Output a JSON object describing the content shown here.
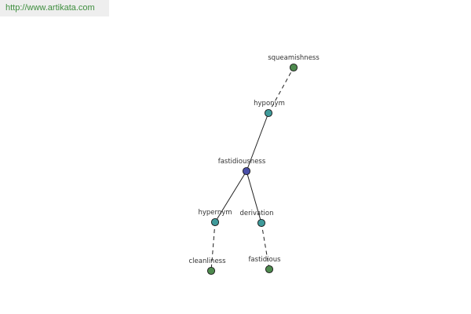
{
  "header": {
    "site_url": "http://www.artikata.com"
  },
  "graph": {
    "center": "fastidiousness",
    "nodes": {
      "squeamishness": {
        "label": "squeamishness",
        "kind": "word",
        "color": "#4e8a4e"
      },
      "hyponym": {
        "label": "hyponym",
        "kind": "relation",
        "color": "#3f9a9a"
      },
      "fastidiousness": {
        "label": "fastidiousness",
        "kind": "center",
        "color": "#4a4fa8"
      },
      "hypernym": {
        "label": "hypernym",
        "kind": "relation",
        "color": "#3f9a9a"
      },
      "derivation": {
        "label": "derivation",
        "kind": "relation",
        "color": "#3f9a9a"
      },
      "cleanliness": {
        "label": "cleanliness",
        "kind": "word",
        "color": "#4e8a4e"
      },
      "fastidious": {
        "label": "fastidious",
        "kind": "word",
        "color": "#4e8a4e"
      }
    },
    "edges": [
      {
        "from": "fastidiousness",
        "to": "hyponym",
        "style": "solid"
      },
      {
        "from": "hyponym",
        "to": "squeamishness",
        "style": "dashed"
      },
      {
        "from": "fastidiousness",
        "to": "hypernym",
        "style": "solid"
      },
      {
        "from": "hypernym",
        "to": "cleanliness",
        "style": "dashed"
      },
      {
        "from": "fastidiousness",
        "to": "derivation",
        "style": "solid"
      },
      {
        "from": "derivation",
        "to": "fastidious",
        "style": "dashed"
      }
    ]
  }
}
